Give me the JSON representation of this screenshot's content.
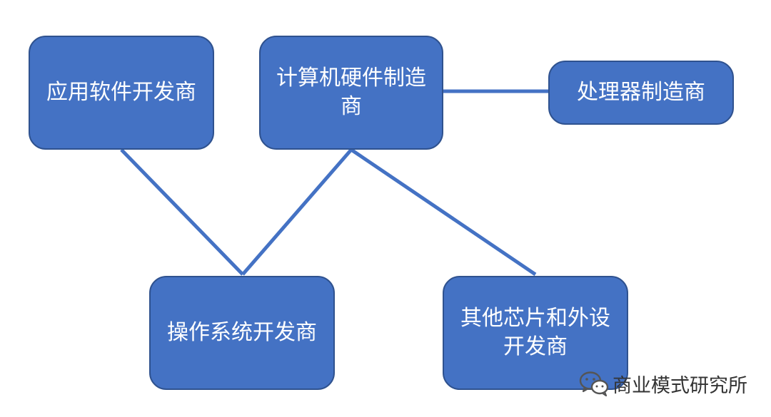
{
  "diagram": {
    "nodes": [
      {
        "id": "app",
        "label": "应用软件开发商"
      },
      {
        "id": "hw",
        "label": "计算机硬件制造商"
      },
      {
        "id": "cpu",
        "label": "处理器制造商"
      },
      {
        "id": "os",
        "label": "操作系统开发商"
      },
      {
        "id": "chip",
        "label": "其他芯片和外设开发商"
      }
    ],
    "edges": [
      {
        "from": "hw",
        "to": "cpu"
      },
      {
        "from": "app",
        "to": "os"
      },
      {
        "from": "hw",
        "to": "os"
      },
      {
        "from": "hw",
        "to": "chip"
      }
    ],
    "colors": {
      "node_fill": "#4472c4",
      "node_border": "#2f528f",
      "edge": "#4472c4",
      "text": "#ffffff"
    }
  },
  "watermark": {
    "icon": "wechat-icon",
    "text": "商业模式研究所"
  }
}
